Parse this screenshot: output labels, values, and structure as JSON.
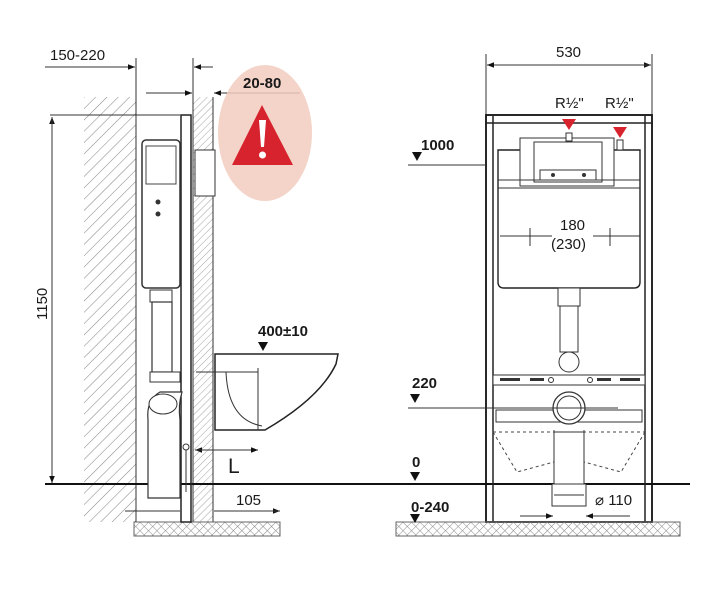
{
  "side_view": {
    "dim_wall_gap": "150-220",
    "dim_wall_thickness": "20-80",
    "dim_height": "1150",
    "dim_bowl_height": "400±10",
    "dim_l": "L",
    "dim_bottom": "105"
  },
  "front_view": {
    "dim_width": "530",
    "inlet_left": "R½\"",
    "inlet_right": "R½\"",
    "level_1000": "1000",
    "dim_tank": "180",
    "dim_tank_alt": "(230)",
    "level_220": "220",
    "level_0": "0",
    "dim_floor_range": "0-240",
    "dim_pipe": "⌀ 110"
  },
  "colors": {
    "warning_red": "#d7232e",
    "warning_circle": "#f2cdbf",
    "marker_red": "#d7232e",
    "hatch": "#8a8a8a"
  },
  "icons": {
    "warning": "warning-triangle-icon"
  }
}
